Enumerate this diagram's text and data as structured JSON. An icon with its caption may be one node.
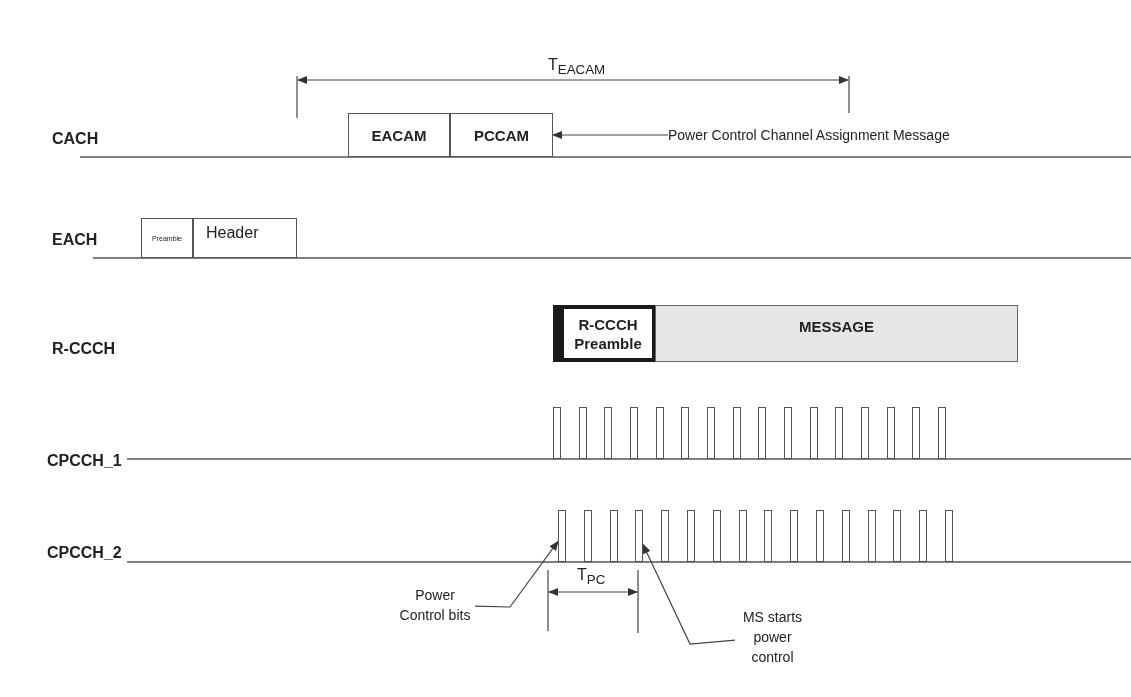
{
  "diagram": {
    "nodes": [
      {
        "text": [
          "EACAM"
        ]
      },
      {
        "text": [
          "PCCAM"
        ]
      },
      {
        "text": [
          "Preamble"
        ]
      },
      {
        "text": [
          "Header"
        ]
      },
      {
        "text": [
          "R-CCCH Preamble"
        ]
      },
      {
        "text": [
          "MESSAGE"
        ]
      },
      {
        "text": [
          "Power Control Channel Assignment Message"
        ]
      },
      {
        "text": [
          "Power Control bits"
        ]
      },
      {
        "text": [
          "MS starts power control"
        ]
      },
      {
        "text": [],
        "shape": "bar"
      },
      {
        "text": [],
        "shape": "bar"
      },
      {
        "text": [],
        "shape": "bar"
      },
      {
        "text": [],
        "shape": "bar"
      },
      {
        "text": [],
        "shape": "bar"
      },
      {
        "text": [],
        "shape": "bar"
      },
      {
        "text": [],
        "shape": "bar"
      },
      {
        "text": [],
        "shape": "bar"
      },
      {
        "text": [],
        "shape": "bar"
      },
      {
        "text": [],
        "shape": "bar"
      },
      {
        "text": [],
        "shape": "bar"
      },
      {
        "text": [],
        "shape": "bar"
      },
      {
        "text": [],
        "shape": "bar"
      },
      {
        "text": [],
        "shape": "bar"
      },
      {
        "text": [],
        "shape": "bar"
      },
      {
        "text": [],
        "shape": "bar"
      },
      {
        "text": [],
        "shape": "bar"
      },
      {
        "text": [],
        "shape": "bar"
      },
      {
        "text": [],
        "shape": "bar"
      },
      {
        "text": [],
        "shape": "bar"
      },
      {
        "text": [],
        "shape": "bar"
      },
      {
        "text": [],
        "shape": "bar"
      },
      {
        "text": [],
        "shape": "bar"
      },
      {
        "text": [],
        "shape": "bar"
      },
      {
        "text": [],
        "shape": "bar"
      },
      {
        "text": [],
        "shape": "bar"
      },
      {
        "text": [],
        "shape": "bar"
      },
      {
        "text": [],
        "shape": "bar"
      },
      {
        "text": [],
        "shape": "bar"
      },
      {
        "text": [],
        "shape": "bar"
      },
      {
        "text": [],
        "shape": "bar"
      },
      {
        "text": [],
        "shape": "bar"
      }
    ],
    "edges": [
      {
        "from": 6,
        "to": 1,
        "arrow": "to"
      },
      {
        "from": 7,
        "to": 25,
        "arrow": "to"
      },
      {
        "from": 8,
        "to": 28,
        "arrow": "to"
      }
    ],
    "labels": [
      "T$_{EACAM}$",
      "CACH",
      "EACH",
      "R-CCCH",
      "CPCCH_1",
      "CPCCH_2",
      "T$_{PC}$"
    ]
  }
}
